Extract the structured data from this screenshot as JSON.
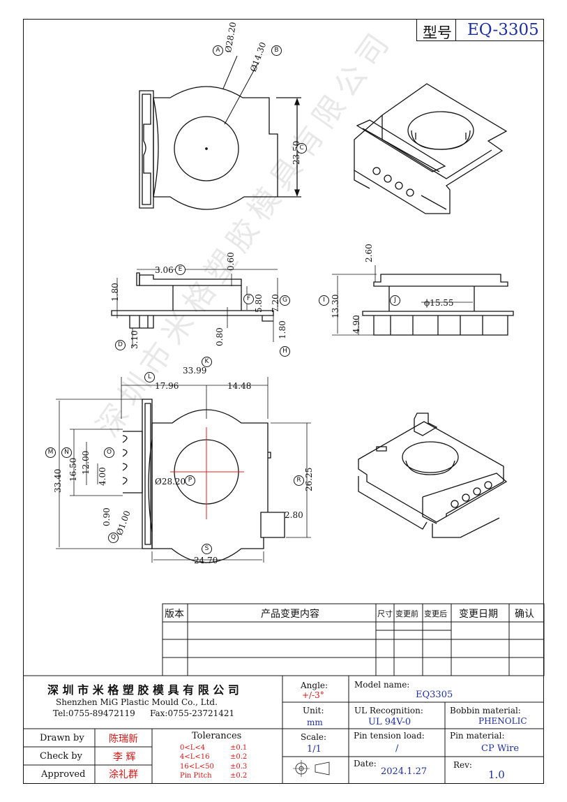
{
  "header": {
    "type_label": "型号",
    "model_code": "EQ-3305"
  },
  "dimensions": {
    "A": "Ø28.20",
    "B": "Ø14.30",
    "C": "23.50",
    "E": "3.06",
    "top_thk": "0.60",
    "left_h": "1.80",
    "F": "5.80",
    "G": "7.20",
    "D": "3.10",
    "bot_thk": "0.80",
    "H": "1.80",
    "right_top": "2.60",
    "I": "13.30",
    "right_bot": "4.90",
    "J": "ϕ15.55",
    "K": "33.99",
    "L": "17.96",
    "L2": "14.48",
    "M": "33.40",
    "N": "16.50",
    "O": "12.00",
    "O2": "4.00",
    "P": "Ø28.20",
    "Q1": "0.90",
    "Q2": "Ø1.00",
    "R": "26.25",
    "R2": "2.80",
    "S": "24.70"
  },
  "circle_labels": [
    "A",
    "B",
    "C",
    "D",
    "E",
    "F",
    "G",
    "H",
    "I",
    "J",
    "K",
    "L",
    "M",
    "N",
    "O",
    "P",
    "Q",
    "R",
    "S"
  ],
  "watermark": "深圳市米格塑胶模具有限公司",
  "revision_table": {
    "headers": [
      "版本",
      "产品变更内容",
      "尺寸",
      "变更前",
      "变更后",
      "变更日期",
      "确认"
    ]
  },
  "company": {
    "name_cn": "深 圳 市 米 格 塑 胶 模 具 有 限 公 司",
    "name_en": "Shenzhen MiG Plastic Mould Co., Ltd.",
    "tel": "Tel:0755-89472119",
    "fax": "Fax:0755-23721421"
  },
  "signoff": {
    "drawn_label": "Drawn by",
    "drawn_name": "陈瑞新",
    "check_label": "Check by",
    "check_name": "李 辉",
    "approved_label": "Approved",
    "approved_name": "涂礼群"
  },
  "tolerances": {
    "title": "Tolerances",
    "rows": [
      {
        "range": "0<L<4",
        "tol": "±0.1"
      },
      {
        "range": "4<L<16",
        "tol": "±0.2"
      },
      {
        "range": "16<L<50",
        "tol": "±0.3"
      },
      {
        "range": "Pin Pitch",
        "tol": "±0.2"
      }
    ]
  },
  "specs": {
    "angle_label": "Angle:",
    "angle_value": "+/-3°",
    "unit_label": "Unit:",
    "unit_value": "mm",
    "scale_label": "Scale:",
    "scale_value": "1/1",
    "model_label": "Model name:",
    "model_value": "EQ3305",
    "ul_label": "UL Recognition:",
    "ul_value": "UL 94V-0",
    "bobbin_label": "Bobbin material:",
    "bobbin_value": "PHENOLIC",
    "pin_tension_label": "Pin tension load:",
    "pin_tension_value": "/",
    "pin_material_label": "Pin material:",
    "pin_material_value": "CP Wire",
    "date_label": "Date:",
    "date_value": "2024.1.27",
    "rev_label": "Rev:",
    "rev_value": "1.0"
  },
  "colors": {
    "ink": "#111111",
    "value_blue": "#1d2fa0",
    "name_red": "#d61515",
    "centerline_red": "#e02020"
  }
}
